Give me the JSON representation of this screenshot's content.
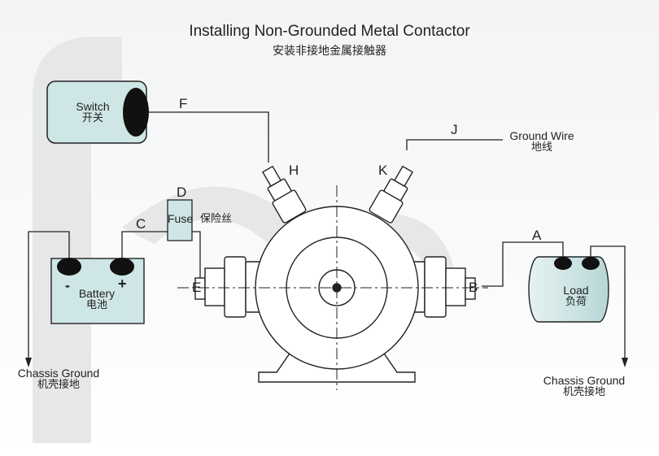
{
  "title": {
    "en": "Installing Non-Grounded Metal Contactor",
    "cn": "安装非接地金属接触器"
  },
  "switch": {
    "en": "Switch",
    "cn": "开关"
  },
  "fuse": {
    "en": "Fuse",
    "cn": "保险丝"
  },
  "battery": {
    "en": "Battery",
    "cn": "电池",
    "minus": "-",
    "plus": "+"
  },
  "load": {
    "en": "Load",
    "cn": "负荷"
  },
  "ground_wire": {
    "en": "Ground Wire",
    "cn": "地线"
  },
  "chassis_ground_left": {
    "en": "Chassis Ground",
    "cn": "机壳接地"
  },
  "chassis_ground_right": {
    "en": "Chassis Ground",
    "cn": "机壳接地"
  },
  "terminals": {
    "A": "A",
    "B": "B",
    "C": "C",
    "D": "D",
    "E": "E",
    "F": "F",
    "H": "H",
    "J": "J",
    "K": "K"
  },
  "colors": {
    "component_fill": "#cfe6e6",
    "outline": "#222222",
    "swoosh": "#e5e6e8"
  }
}
